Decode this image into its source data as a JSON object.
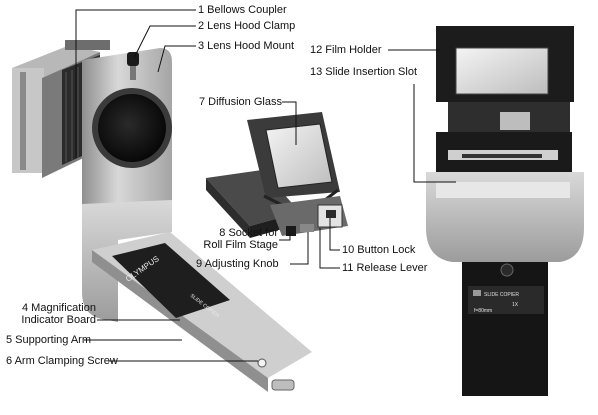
{
  "labels": {
    "l1": "1 Bellows Coupler",
    "l2": "2 Lens Hood Clamp",
    "l3": "3 Lens Hood Mount",
    "l4a": "4 Magnification",
    "l4b": "Indicator Board",
    "l5": "5 Supporting Arm",
    "l6": "6 Arm Clamping Screw",
    "l7": "7 Diffusion Glass",
    "l8a": "8 Socket for",
    "l8b": "Roll Film Stage",
    "l9": "9 Adjusting Knob",
    "l10": "10 Button Lock",
    "l11": "11 Release Lever",
    "l12": "12 Film Holder",
    "l13": "13 Slide Insertion Slot"
  },
  "device_text": {
    "brand": "OLYMPUS",
    "product_left": "SLIDE COPIER",
    "product_right": "SLIDE COPIER",
    "focal": "f=80mm",
    "scale": "1X"
  },
  "colors": {
    "metal_light": "#c9c9c9",
    "metal_mid": "#9a9a9a",
    "metal_dark": "#555555",
    "black": "#111111"
  }
}
